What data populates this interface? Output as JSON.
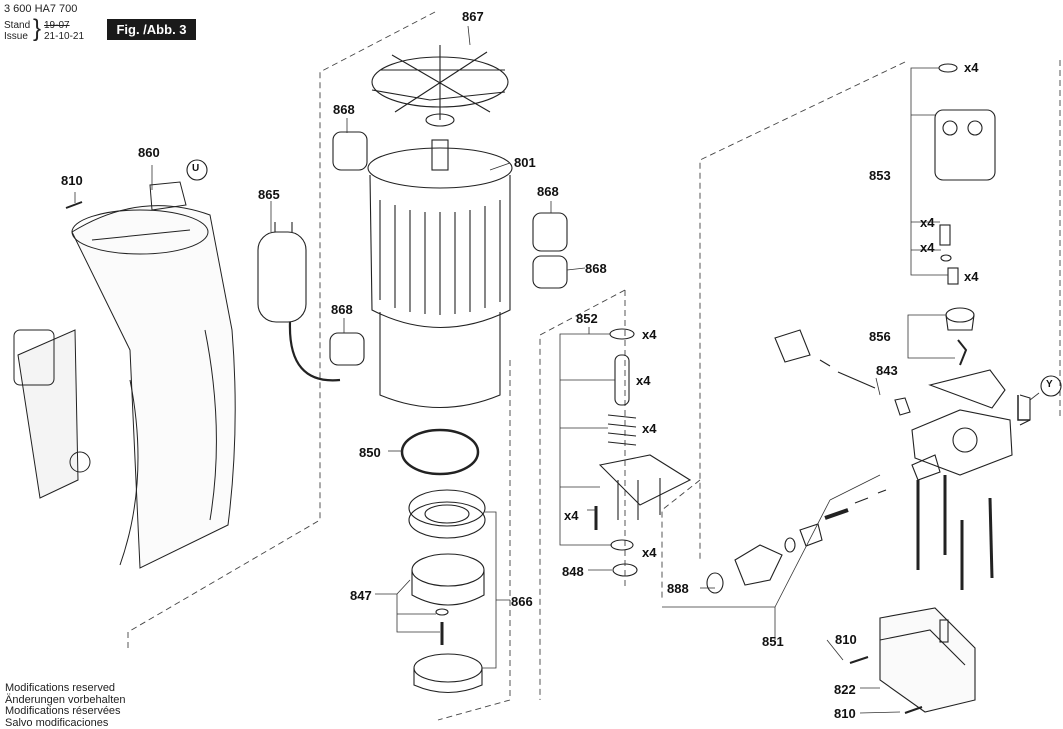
{
  "header": {
    "doc_number": "3 600 HA7 700",
    "stand_label": "Stand",
    "issue_label": "Issue",
    "stand_date": "19-07",
    "issue_date": "21-10-21",
    "figure_label": "Fig. /Abb. 3"
  },
  "footer": {
    "line1": "Modifications reserved",
    "line2": "Änderungen vorbehalten",
    "line3": "Modifications réservées",
    "line4": "Salvo modificaciones"
  },
  "parts": {
    "p867": "867",
    "p868a": "868",
    "p868b": "868",
    "p868c": "868",
    "p868d": "868",
    "p801": "801",
    "p860": "860",
    "p810a": "810",
    "p865": "865",
    "p850": "850",
    "p847": "847",
    "p866": "866",
    "p852": "852",
    "p848": "848",
    "p853": "853",
    "p856": "856",
    "p843": "843",
    "p888": "888",
    "p851": "851",
    "p810b": "810",
    "p822": "822",
    "p810c": "810"
  },
  "markers": {
    "u": "U",
    "y": "Y"
  },
  "quantities": {
    "q852_ring": "x4",
    "q852_pin": "x4",
    "q852_spring": "x4",
    "q852_screw": "x4",
    "q852_seal": "x4",
    "q853_top": "x4",
    "q853_a": "x4",
    "q853_b": "x4",
    "q853_c": "x4"
  }
}
